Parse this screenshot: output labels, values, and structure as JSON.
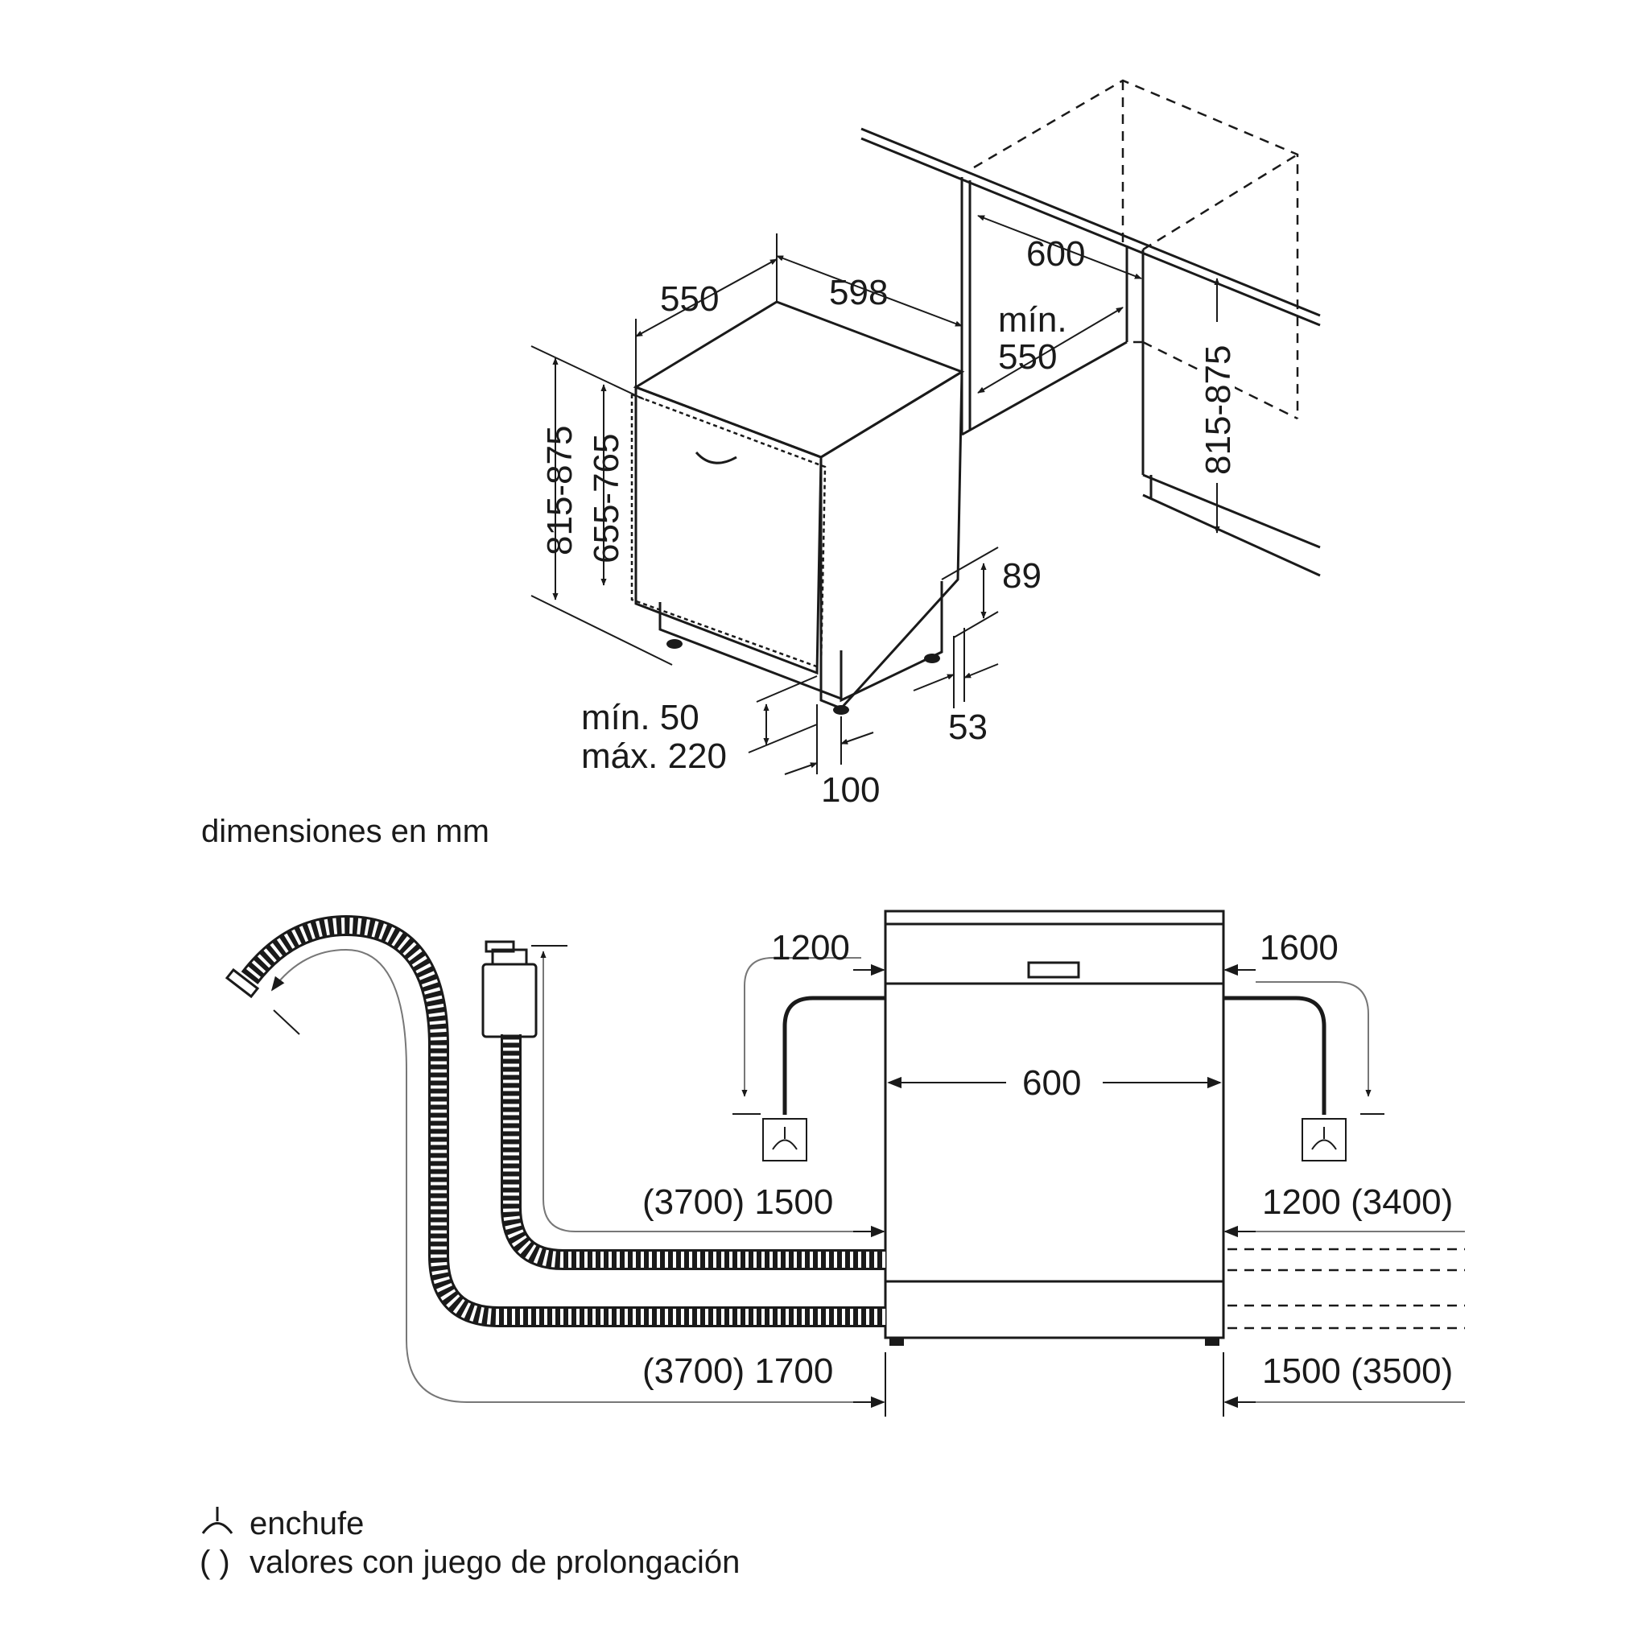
{
  "top_view": {
    "depth": "550",
    "width": "598",
    "height_range": "815-875",
    "appliance_height_range": "655-765",
    "plinth_height": "89",
    "plinth_depth": "53",
    "foot_dim_1": "mín. 50",
    "foot_dim_2": "máx. 220",
    "foot_inset": "100",
    "niche_width": "600",
    "niche_depth_1": "mín.",
    "niche_depth_2": "550",
    "niche_height": "815-875"
  },
  "units_note": "dimensiones en mm",
  "bottom_view": {
    "left_cable": "1200",
    "right_cable": "1600",
    "width": "600",
    "inlet_left": "(3700) 1500",
    "inlet_right": "1200 (3400)",
    "drain_left": "(3700) 1700",
    "drain_right": "1500 (3500)"
  },
  "legend": {
    "plug_symbol": "⊥",
    "plug_label": "enchufe",
    "paren_symbol": "( )",
    "paren_label": "valores con juego de prolongación"
  }
}
